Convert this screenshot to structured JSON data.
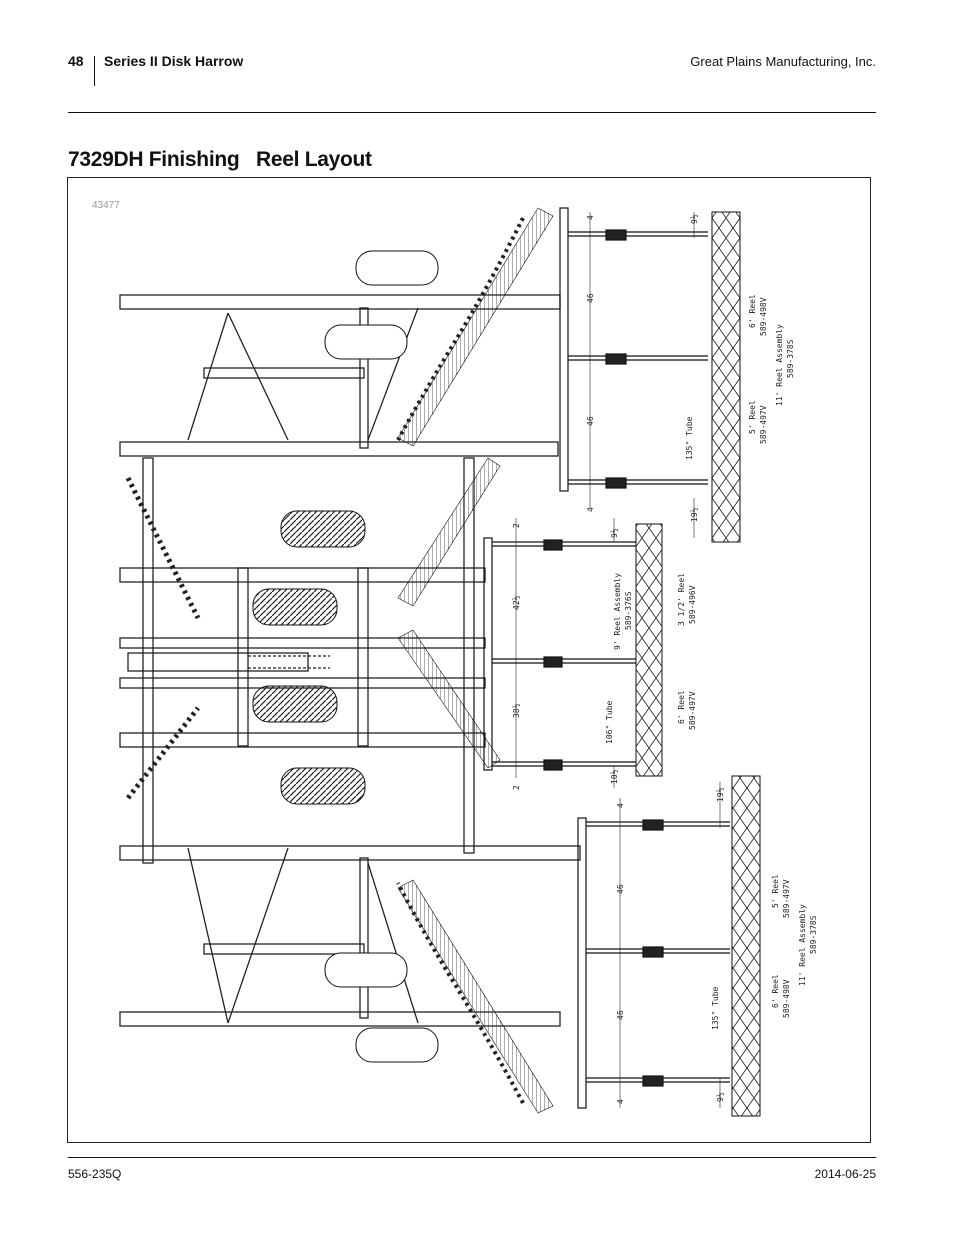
{
  "header": {
    "page_number": "48",
    "manual_title": "Series II Disk Harrow",
    "company": "Great Plains Manufacturing, Inc."
  },
  "section": {
    "title": "7329DH Finishing   Reel Layout"
  },
  "figure": {
    "figure_id": "43477",
    "labels": {
      "reel_6ft_a": "6' Reel",
      "part_498v_a": "589-498V",
      "assembly_11ft_a": "11' Reel Assembly",
      "part_378s_a": "589-378S",
      "reel_5ft_a": "5' Reel",
      "part_497v_a": "589-497V",
      "tube_135_a": "135\" Tube",
      "assembly_9ft": "9' Reel Assembly",
      "part_376s": "589-376S",
      "reel_3half": "3 1/2' Reel",
      "part_496v": "589-496V",
      "reel_6ft_c": "6' Reel",
      "part_497v_c": "589-497V",
      "tube_106": "106\" Tube",
      "reel_5ft_b": "5' Reel",
      "part_497v_b": "589-497V",
      "assembly_11ft_b": "11' Reel Assembly",
      "part_378s_b": "589-378S",
      "reel_6ft_b": "6' Reel",
      "part_498v_b": "589-498V",
      "tube_135_b": "135\" Tube"
    },
    "dimensions": {
      "d_top_4": "4",
      "d_top_46a": "46",
      "d_top_46b": "46",
      "d_top_4b": "4",
      "d_top_9half": "9½",
      "d_top_19half": "19½",
      "d_mid_2a": "2",
      "d_mid_42half": "42½",
      "d_mid_38half": "38½",
      "d_mid_2b": "2",
      "d_mid_9half_a": "9½",
      "d_mid_10half": "10½",
      "d_bot_4a": "4",
      "d_bot_46a": "46",
      "d_bot_46b": "46",
      "d_bot_4b": "4",
      "d_bot_19half": "19½",
      "d_bot_9half": "9½"
    }
  },
  "footer": {
    "doc_number": "556-235Q",
    "date": "2014-06-25"
  }
}
